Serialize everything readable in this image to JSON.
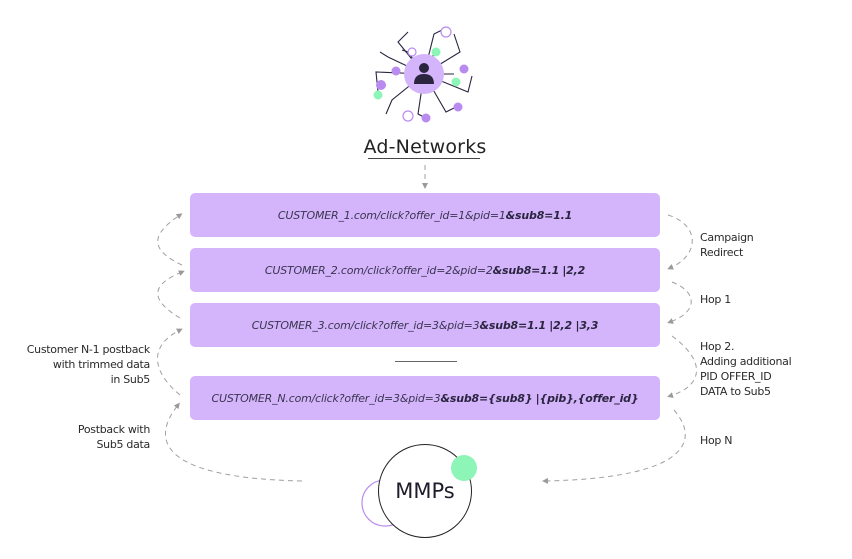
{
  "diagram": {
    "top_node": {
      "label": "Ad-Networks",
      "icon": "network-user-icon"
    },
    "redirect_chain": [
      {
        "url": "CUSTOMER_1.com/click?offer_id=1&pid=1",
        "param": "&sub8=1.1",
        "suffix": ""
      },
      {
        "url": "CUSTOMER_2.com/click?offer_id=2&pid=2",
        "param": "&sub8=1.1",
        "suffix": "|2,2"
      },
      {
        "url": "CUSTOMER_3.com/click?offer_id=3&pid=3",
        "param": "&sub8=1.1",
        "suffix": "|2,2 |3,3"
      },
      {
        "url": "CUSTOMER_N.com/click?offer_id=3&pid=3",
        "param": "&sub8={sub8}",
        "suffix": "|{pib},{offer_id}"
      }
    ],
    "right_labels": [
      "Campaign\nRedirect",
      "Hop 1",
      "Hop 2.\nAdding additional\nPID OFFER_ID\nDATA to Sub5",
      "Hop N"
    ],
    "left_labels": [
      "Customer N-1 postback\nwith trimmed data\nin Sub5",
      "Postback with\nSub5 data"
    ],
    "bottom_node": {
      "label": "MMPs"
    },
    "colors": {
      "box_fill": "#d4b5fc",
      "accent_purple": "#b98bf0",
      "accent_green": "#8ef5b9",
      "arrow_gray": "#9a9a9a",
      "dark": "#2b2540"
    }
  }
}
